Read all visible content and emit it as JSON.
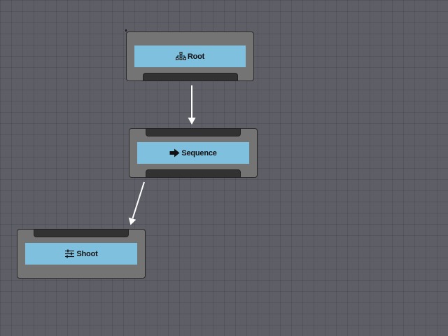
{
  "graph": {
    "nodes": [
      {
        "id": "root",
        "label": "Root",
        "icon": "hierarchy-icon"
      },
      {
        "id": "sequence",
        "label": "Sequence",
        "icon": "arrow-right-icon"
      },
      {
        "id": "shoot",
        "label": "Shoot",
        "icon": "task-sliders-icon"
      }
    ],
    "edges": [
      {
        "from": "root",
        "to": "sequence"
      },
      {
        "from": "sequence",
        "to": "shoot"
      }
    ]
  },
  "colors": {
    "canvas": "#5e5e66",
    "node_body": "#747474",
    "node_title": "#80c0df",
    "pin": "#323232",
    "edge": "#ffffff"
  }
}
